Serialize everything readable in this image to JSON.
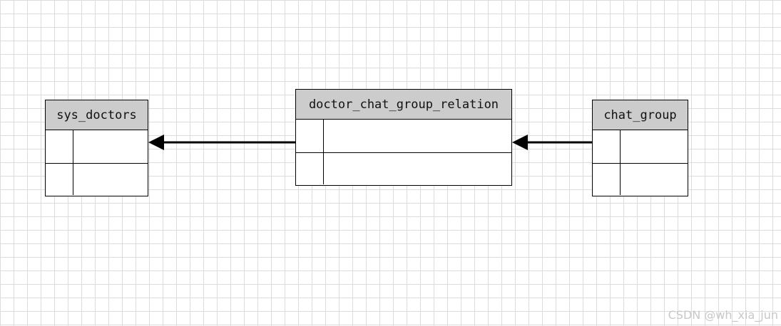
{
  "tables": {
    "sys_doctors": {
      "title": "sys_doctors"
    },
    "relation": {
      "title": "doctor_chat_group_relation"
    },
    "chat_group": {
      "title": "chat_group"
    }
  },
  "watermark": "CSDN @wh_xia_jun",
  "colors": {
    "header_fill": "#cccccc",
    "border": "#000000",
    "grid": "#dcdcdc",
    "watermark": "#c8c8c8"
  }
}
